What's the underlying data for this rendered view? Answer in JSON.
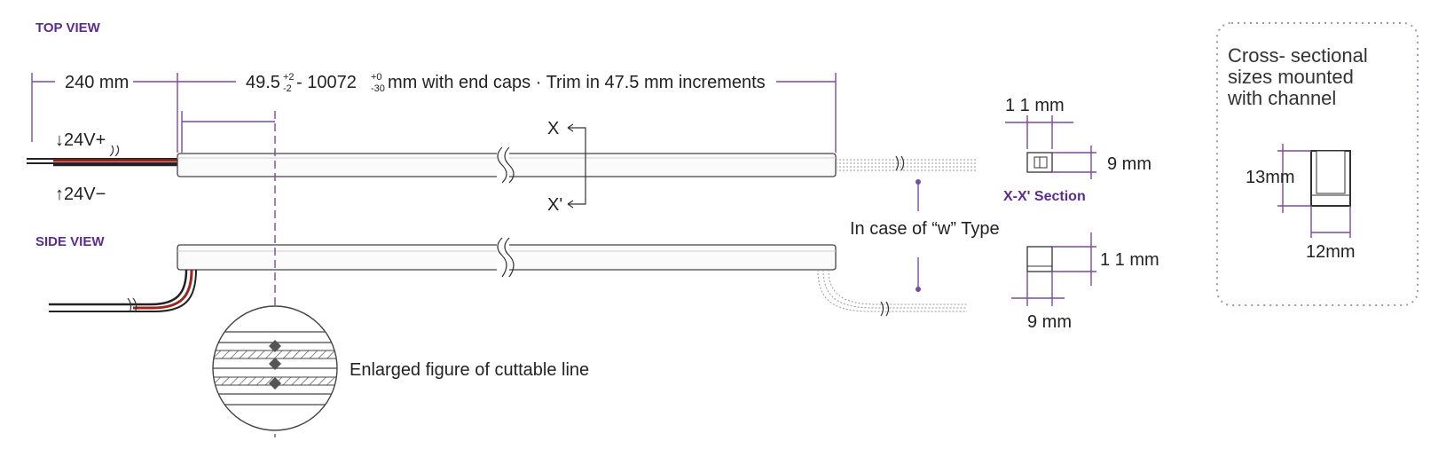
{
  "top_view": {
    "title": "TOP VIEW",
    "dim_lead": "240 mm",
    "dim_length_a": "49.5",
    "tol_a_upper": "+2",
    "tol_a_lower": "-2",
    "dim_length_b": " - 10072",
    "tol_b_upper": "+0",
    "tol_b_lower": "-30",
    "dim_length_rest": " mm with end caps · Trim in 47.5 mm increments",
    "wire_positive": "↓24V+",
    "wire_negative": "↑24V−",
    "section_marker_top": "X",
    "section_marker_bottom": "X'"
  },
  "side_view": {
    "title": "SIDE VIEW",
    "w_type_note": "In case of “w” Type"
  },
  "enlarged": {
    "label": "Enlarged figure of cuttable line"
  },
  "xx_section": {
    "width": "1 1 mm",
    "height": "9 mm",
    "label": "X-X' Section"
  },
  "w_section": {
    "height": "1 1 mm",
    "width": "9 mm"
  },
  "channel_box": {
    "title_line1": "Cross- sectional",
    "title_line2": "sizes mounted",
    "title_line3": "with channel",
    "height": "13mm",
    "width": "12mm"
  },
  "colors": {
    "accent": "#5b2d8e",
    "dimension_line": "#7a4a9e",
    "wire_red": "#a0241c",
    "wire_black": "#222222"
  }
}
